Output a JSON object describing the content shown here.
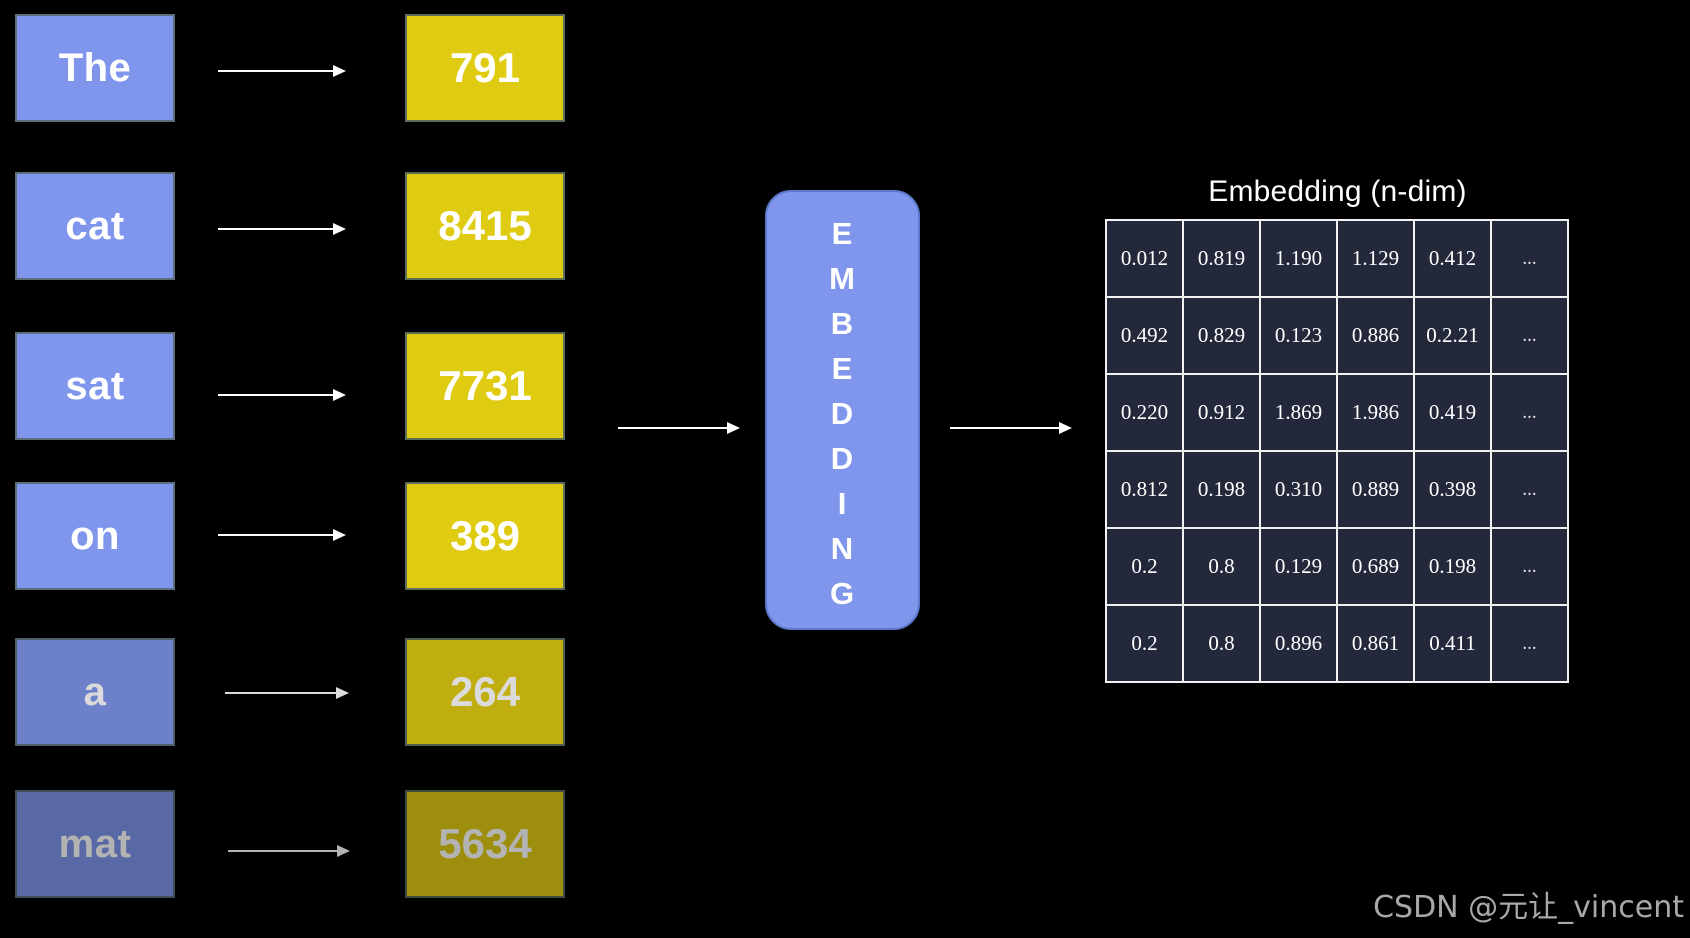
{
  "background_color": "#000000",
  "palette": {
    "word_box": "#7f96ec",
    "token_box": "#e0cb13",
    "table_cell": "#24283b",
    "table_border": "#f2f2f2",
    "arrow": "#ffffff",
    "text": "#ffffff",
    "watermark": "#a8a8a8"
  },
  "tokens": [
    {
      "word": "The",
      "id": "791"
    },
    {
      "word": "cat",
      "id": "8415"
    },
    {
      "word": "sat",
      "id": "7731"
    },
    {
      "word": "on",
      "id": "389"
    },
    {
      "word": "a",
      "id": "264"
    },
    {
      "word": "mat",
      "id": "5634"
    }
  ],
  "embedding_block": {
    "label": "EMBEDDING",
    "letters": [
      "E",
      "M",
      "B",
      "E",
      "D",
      "D",
      "I",
      "N",
      "G"
    ]
  },
  "embedding_table": {
    "title": "Embedding (n-dim)",
    "ellipsis": "...",
    "rows": [
      [
        "0.012",
        "0.819",
        "1.190",
        "1.129",
        "0.412",
        "..."
      ],
      [
        "0.492",
        "0.829",
        "0.123",
        "0.886",
        "0.2.21",
        "..."
      ],
      [
        "0.220",
        "0.912",
        "1.869",
        "1.986",
        "0.419",
        "..."
      ],
      [
        "0.812",
        "0.198",
        "0.310",
        "0.889",
        "0.398",
        "..."
      ],
      [
        "0.2",
        "0.8",
        "0.129",
        "0.689",
        "0.198",
        "..."
      ],
      [
        "0.2",
        "0.8",
        "0.896",
        "0.861",
        "0.411",
        "..."
      ]
    ]
  },
  "watermark": "CSDN @元让_vincent"
}
